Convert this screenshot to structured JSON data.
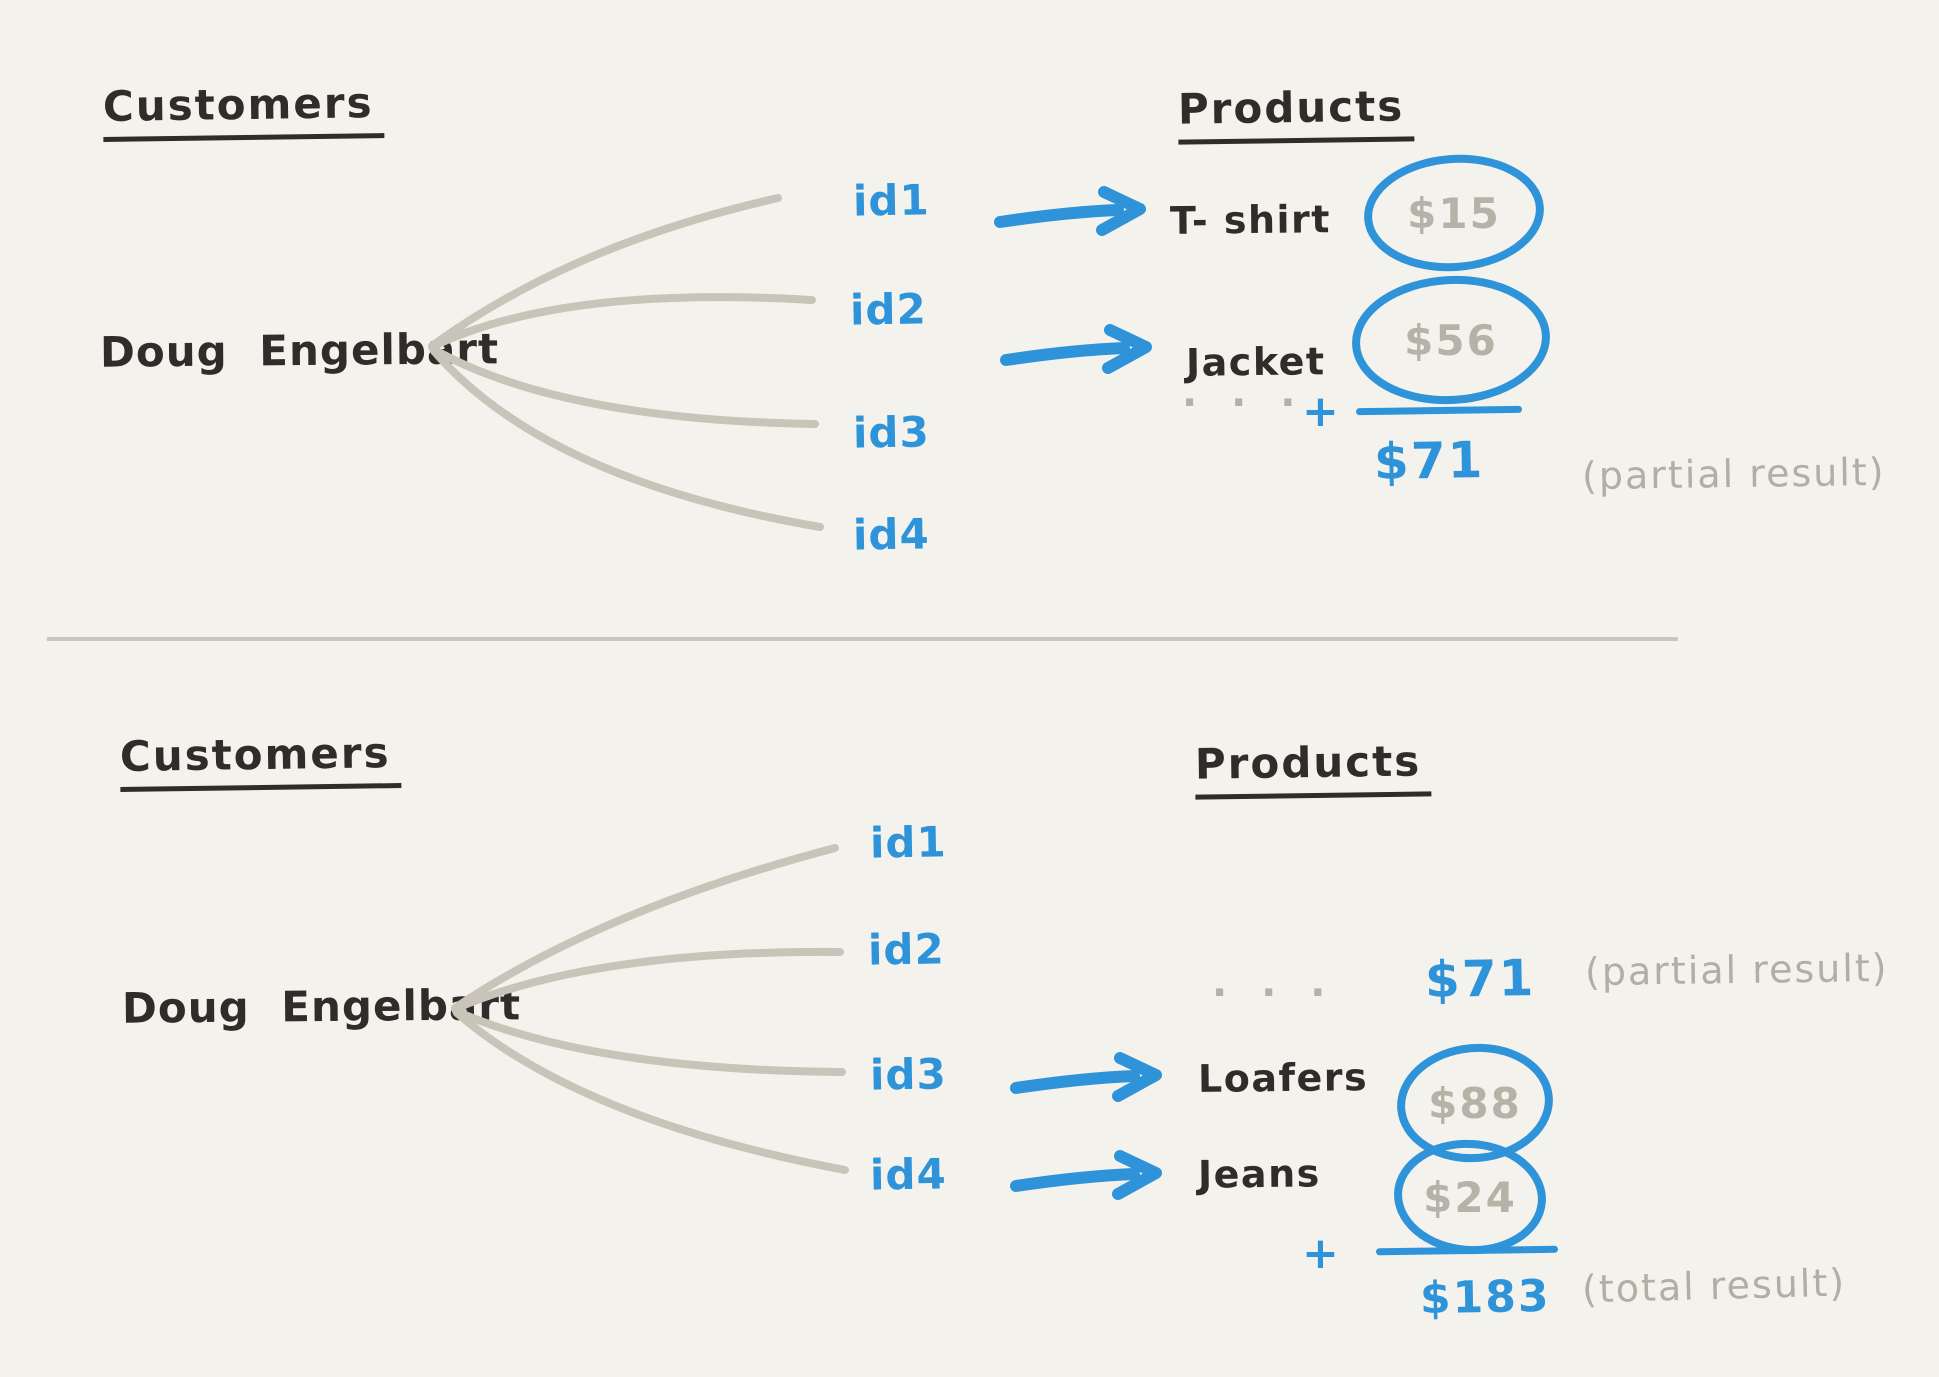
{
  "top": {
    "customers_heading": "Customers",
    "customer": "Doug Engelbart",
    "products_heading": "Products",
    "ids": {
      "id1": "id1",
      "id2": "id2",
      "id3": "id3",
      "id4": "id4"
    },
    "rows": {
      "tshirt": {
        "label": "T- shirt",
        "price": "$15"
      },
      "jacket": {
        "label": "Jacket",
        "price": "$56"
      }
    },
    "ellipsis": "· · ·",
    "plus": "+",
    "partial_sum": "$71",
    "partial_note": "(partial result)"
  },
  "bottom": {
    "customers_heading": "Customers",
    "customer": "Doug Engelbart",
    "products_heading": "Products",
    "ids": {
      "id1": "id1",
      "id2": "id2",
      "id3": "id3",
      "id4": "id4"
    },
    "ellipsis": "· · ·",
    "carried_sum": "$71",
    "partial_note": "(partial result)",
    "rows": {
      "loafers": {
        "label": "Loafers",
        "price": "$88"
      },
      "jeans": {
        "label": "Jeans",
        "price": "$24"
      }
    },
    "plus": "+",
    "total_sum": "$183",
    "total_note": "(total result)"
  },
  "colors": {
    "background": "#f4f2ec",
    "ink_black": "#2e2d29",
    "accent_blue": "#2e93d8",
    "fan_gray": "#c8c4b9",
    "price_gray": "#b6b2a7",
    "note_gray": "#b2aea4",
    "divider_gray": "#c9c6bd"
  }
}
